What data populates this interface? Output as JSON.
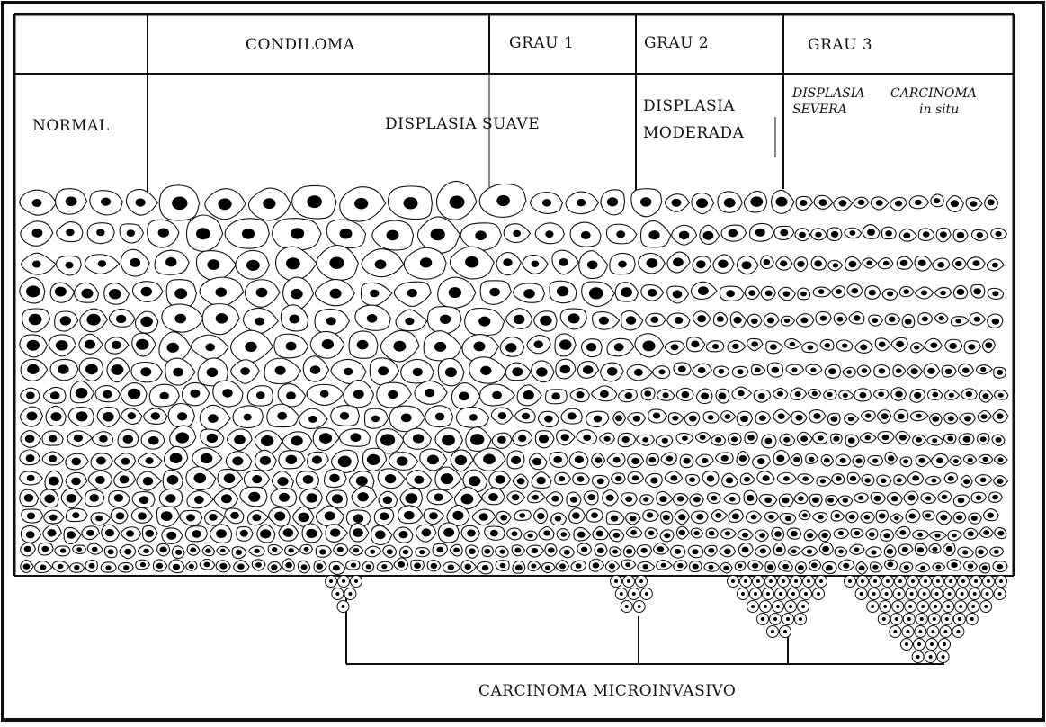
{
  "header": {
    "grades": {
      "condiloma": "CONDILOMA",
      "grau1": "GRAU 1",
      "grau2": "GRAU 2",
      "grau3": "GRAU 3"
    }
  },
  "categories": {
    "normal": "NORMAL",
    "displasia_suave": "DISPLASIA SUAVE",
    "displasia_moderada_1": "DISPLASIA",
    "displasia_moderada_2": "MODERADA",
    "displasia_severa_1": "DISPLASIA",
    "displasia_severa_2": "SEVERA",
    "carcinoma_insitu_1": "CARCINOMA",
    "carcinoma_insitu_2": "in situ"
  },
  "footer": {
    "microinvasive": "CARCINOMA MICROINVASIVO"
  },
  "colors": {
    "line": "#111111",
    "background": "#ffffff",
    "nucleus": "#000000"
  }
}
